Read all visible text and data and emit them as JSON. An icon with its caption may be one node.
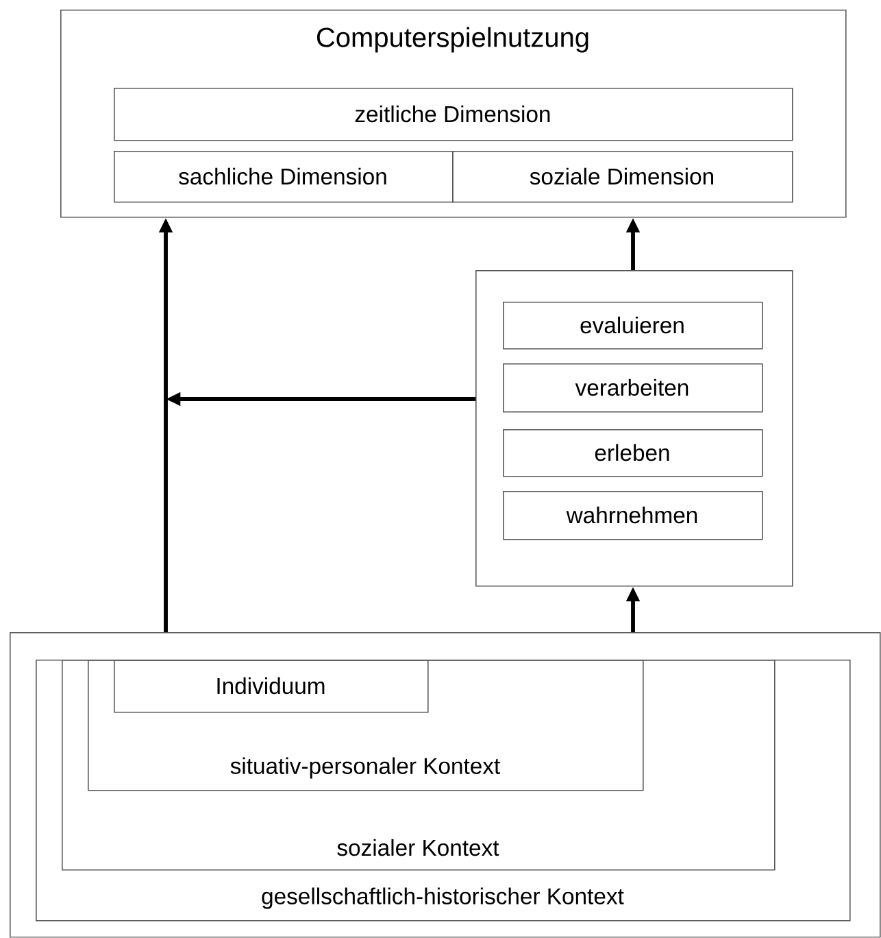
{
  "diagram": {
    "nodes": [
      {
        "text": [
          "Computerspielnutzung"
        ]
      },
      {
        "text": [
          "zeitliche Dimension"
        ],
        "in": 0
      },
      {
        "text": [
          "sachliche Dimension"
        ],
        "in": 0
      },
      {
        "text": [
          "soziale Dimension"
        ],
        "in": 0
      },
      {
        "text": [],
        "shape": "box"
      },
      {
        "text": [
          "evaluieren"
        ],
        "in": 4
      },
      {
        "text": [
          "verarbeiten"
        ],
        "in": 4
      },
      {
        "text": [
          "erleben"
        ],
        "in": 4
      },
      {
        "text": [
          "wahrnehmen"
        ],
        "in": 4
      },
      {
        "text": [],
        "shape": "box"
      },
      {
        "text": [
          "gesellschaftlich-historischer Kontext"
        ],
        "in": 9
      },
      {
        "text": [
          "sozialer Kontext"
        ],
        "in": 10
      },
      {
        "text": [
          "situativ-personaler Kontext"
        ],
        "in": 11
      },
      {
        "text": [
          "Individuum"
        ],
        "in": 12
      }
    ],
    "edges": [
      {
        "from": 9,
        "to": 0,
        "arrow": "to"
      },
      {
        "from": 4,
        "to": null,
        "arrow": "to"
      },
      {
        "from": 4,
        "to": 0,
        "arrow": "to"
      },
      {
        "from": 9,
        "to": 4,
        "arrow": "to"
      }
    ]
  }
}
